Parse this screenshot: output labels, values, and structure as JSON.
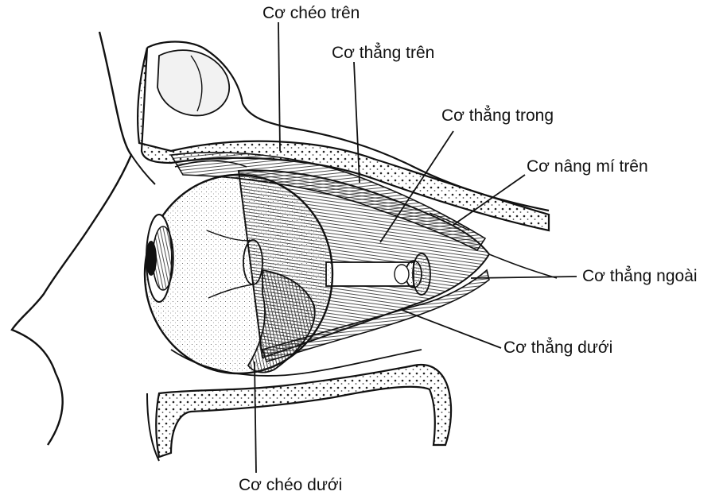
{
  "labels": {
    "superior_oblique": "Cơ chéo trên",
    "superior_rectus": "Cơ thẳng trên",
    "medial_rectus": "Cơ thẳng trong",
    "levator_palpebrae": "Cơ nâng mí trên",
    "lateral_rectus": "Cơ thẳng ngoài",
    "inferior_rectus": "Cơ thẳng dưới",
    "inferior_oblique": "Cơ chéo dưới"
  },
  "colors": {
    "ink": "#111111",
    "paper": "#ffffff",
    "bone": "#e9e4da"
  }
}
